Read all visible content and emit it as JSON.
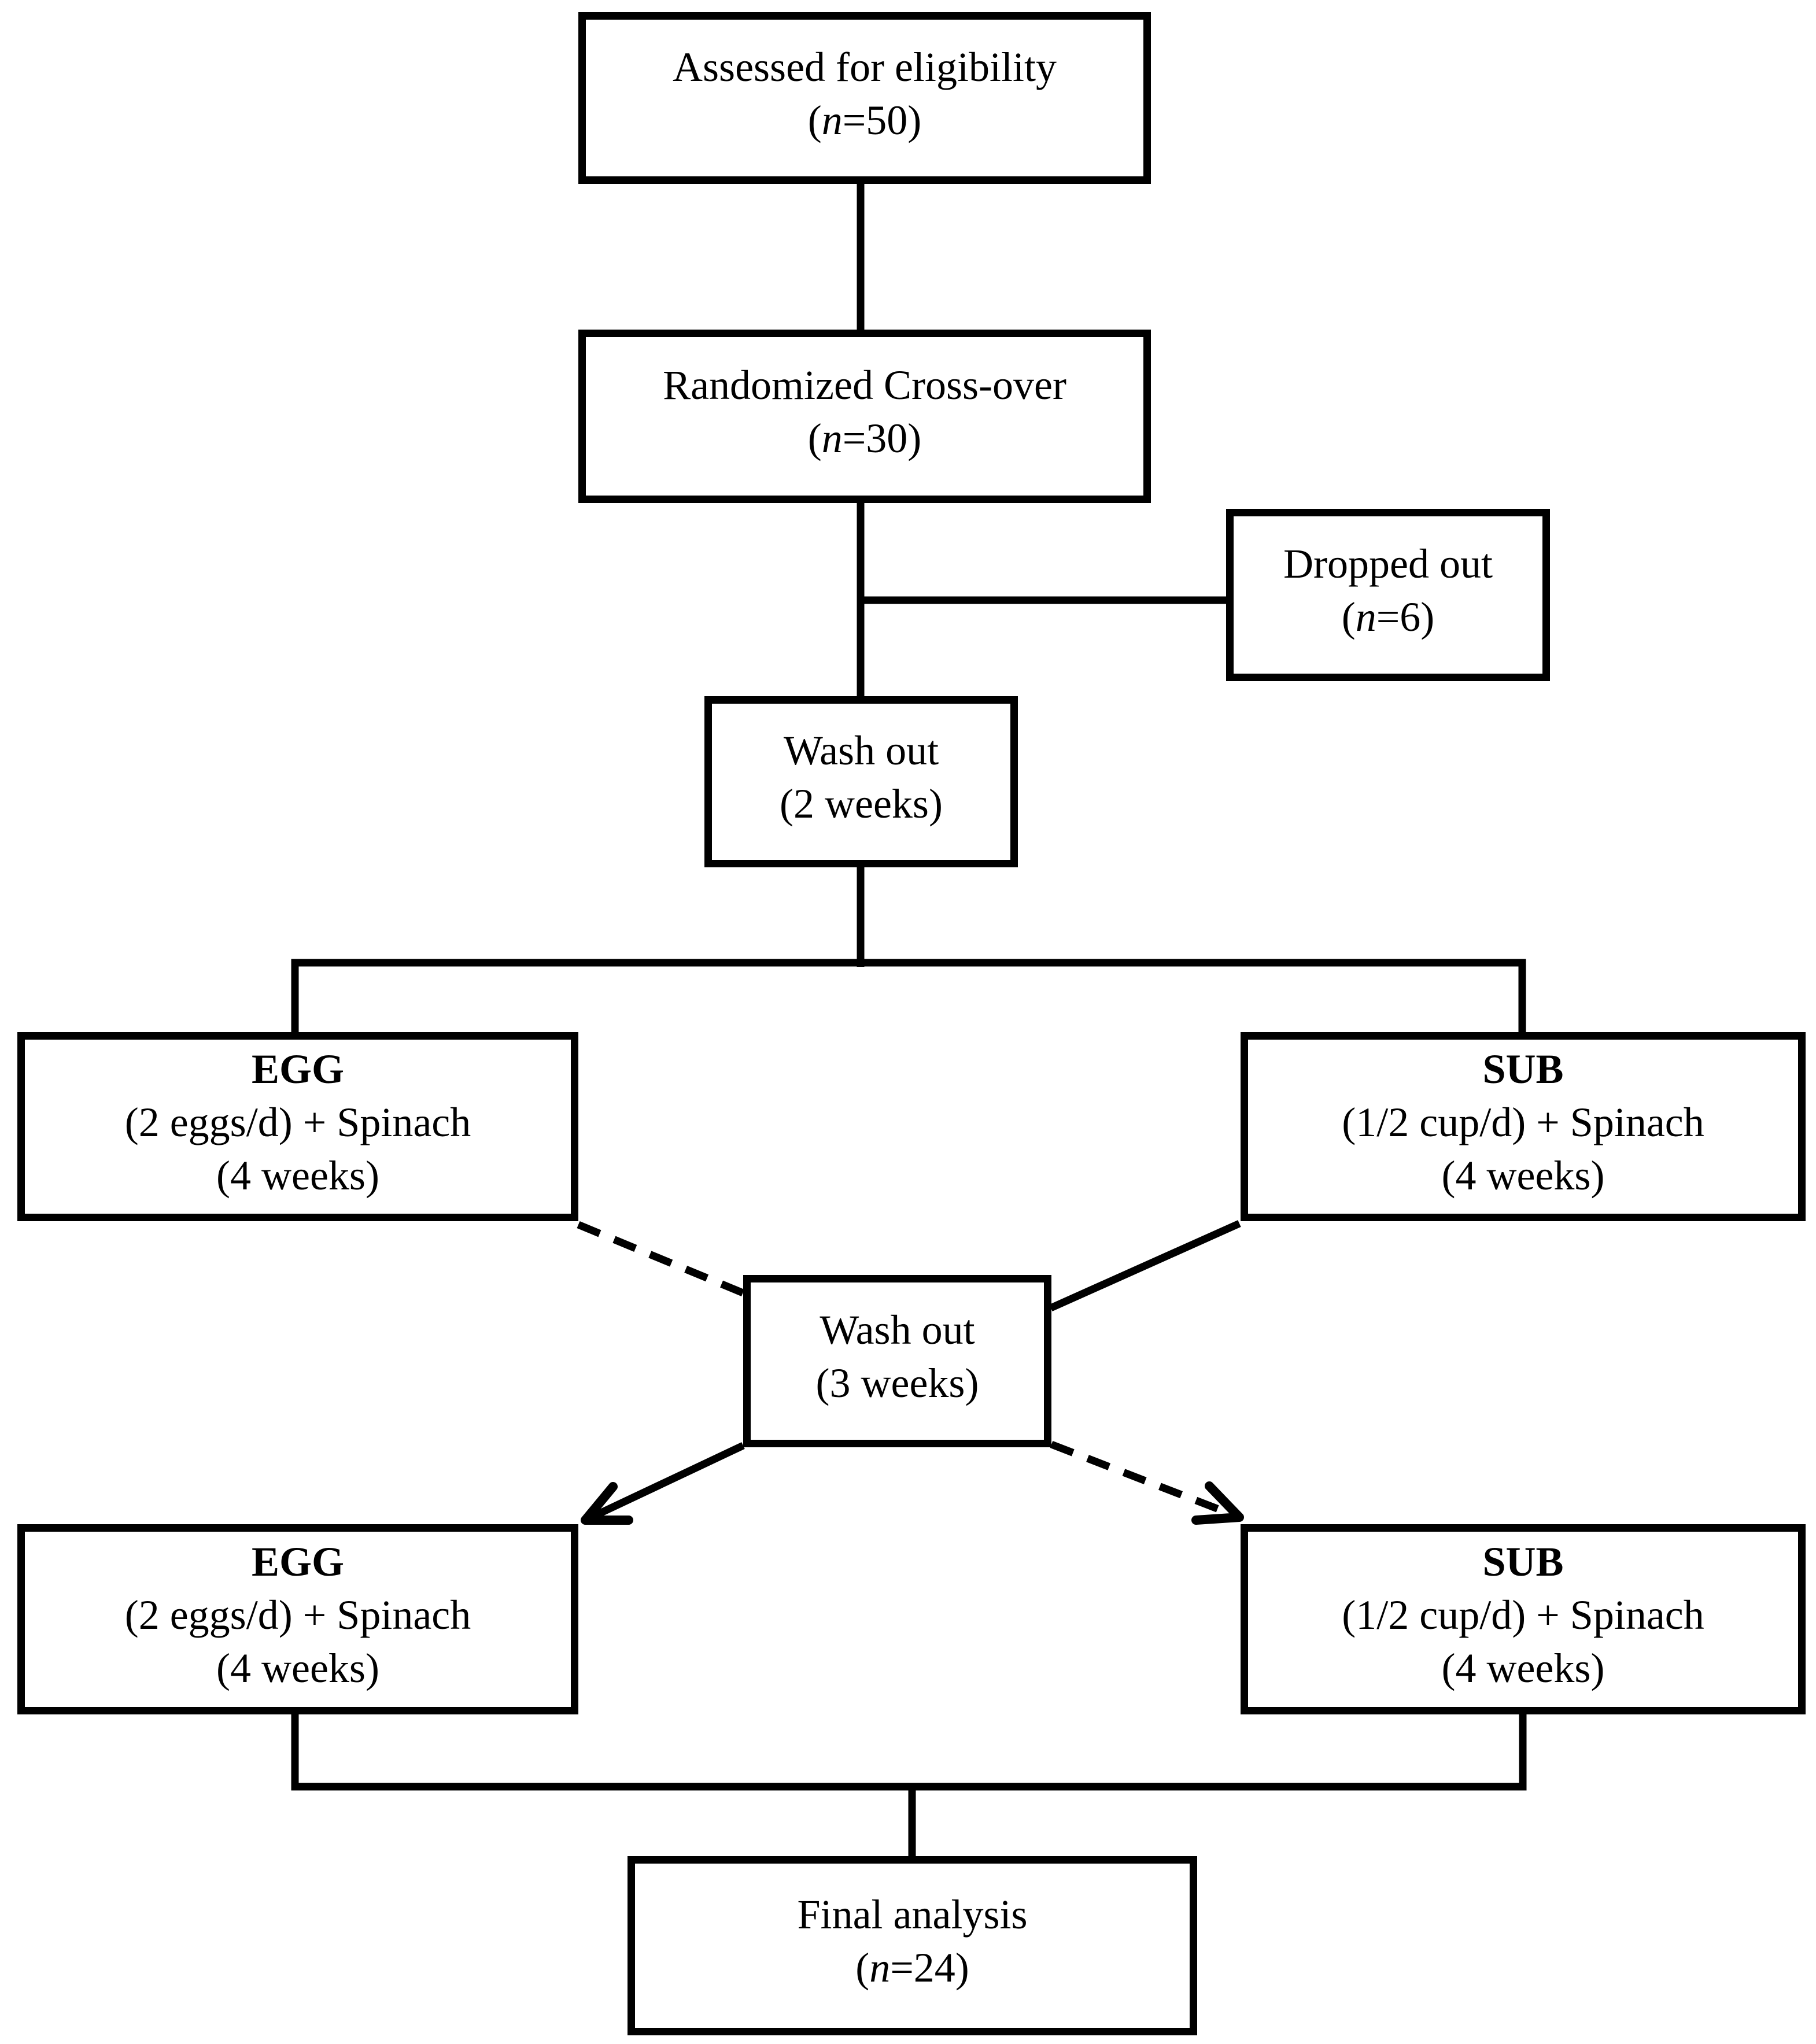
{
  "figure": {
    "type": "study-flow-diagram",
    "background_color": "#ffffff",
    "line_color": "#000000"
  },
  "boxes": {
    "eligibility": {
      "line1": "Assessed for eligibility",
      "n_pre": "(",
      "n_italic": "n",
      "n_post": "=50)"
    },
    "randomized": {
      "line1": "Randomized Cross-over",
      "n_pre": "(",
      "n_italic": "n",
      "n_post": "=30)"
    },
    "dropped_out": {
      "line1": "Dropped out",
      "n_pre": "(",
      "n_italic": "n",
      "n_post": "=6)"
    },
    "washout_1": {
      "line1": "Wash out",
      "line2": "(2 weeks)"
    },
    "egg_1": {
      "title": "EGG",
      "line2": "(2 eggs/d) + Spinach",
      "line3": "(4 weeks)"
    },
    "sub_1": {
      "title": "SUB",
      "line2": "(1/2 cup/d) + Spinach",
      "line3": "(4 weeks)"
    },
    "washout_2": {
      "line1": "Wash out",
      "line2": "(3 weeks)"
    },
    "egg_2": {
      "title": "EGG",
      "line2": "(2 eggs/d) + Spinach",
      "line3": "(4 weeks)"
    },
    "sub_2": {
      "title": "SUB",
      "line2": "(1/2 cup/d) + Spinach",
      "line3": "(4 weeks)"
    },
    "final": {
      "line1": "Final analysis",
      "n_pre": "(",
      "n_italic": "n",
      "n_post": "=24)"
    }
  },
  "edges": [
    {
      "from": "eligibility",
      "to": "randomized",
      "style": "solid"
    },
    {
      "from": "randomized",
      "to": "dropped_out",
      "style": "solid"
    },
    {
      "from": "randomized",
      "to": "washout_1",
      "style": "solid"
    },
    {
      "from": "washout_1",
      "to": "egg_1",
      "style": "solid"
    },
    {
      "from": "washout_1",
      "to": "sub_1",
      "style": "solid"
    },
    {
      "from": "egg_1",
      "to": "washout_2",
      "style": "dashed"
    },
    {
      "from": "sub_1",
      "to": "washout_2",
      "style": "solid"
    },
    {
      "from": "washout_2",
      "to": "egg_2",
      "style": "solid-arrow"
    },
    {
      "from": "washout_2",
      "to": "sub_2",
      "style": "dashed-arrow"
    },
    {
      "from": "egg_2",
      "to": "final",
      "style": "solid"
    },
    {
      "from": "sub_2",
      "to": "final",
      "style": "solid"
    }
  ]
}
